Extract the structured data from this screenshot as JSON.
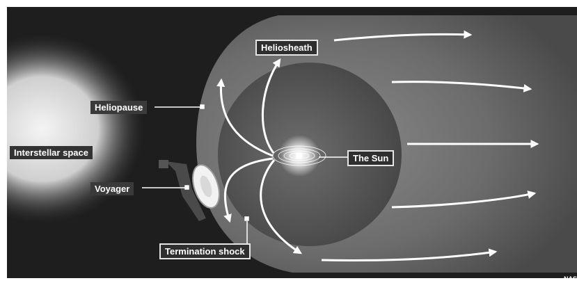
{
  "labels": {
    "heliosheath": "Heliosheath",
    "heliopause": "Heliopause",
    "interstellar_space": "Interstellar space",
    "voyager": "Voyager",
    "the_sun": "The Sun",
    "termination_shock": "Termination shock"
  },
  "credit": "NAS",
  "colors": {
    "label_bg": "#3a3a3a",
    "label_text": "#ffffff",
    "arrow": "#ffffff",
    "sky": "#1f1f1f",
    "heliosheath_fill": "#6a6a6a",
    "termination_fill": "#555555"
  }
}
